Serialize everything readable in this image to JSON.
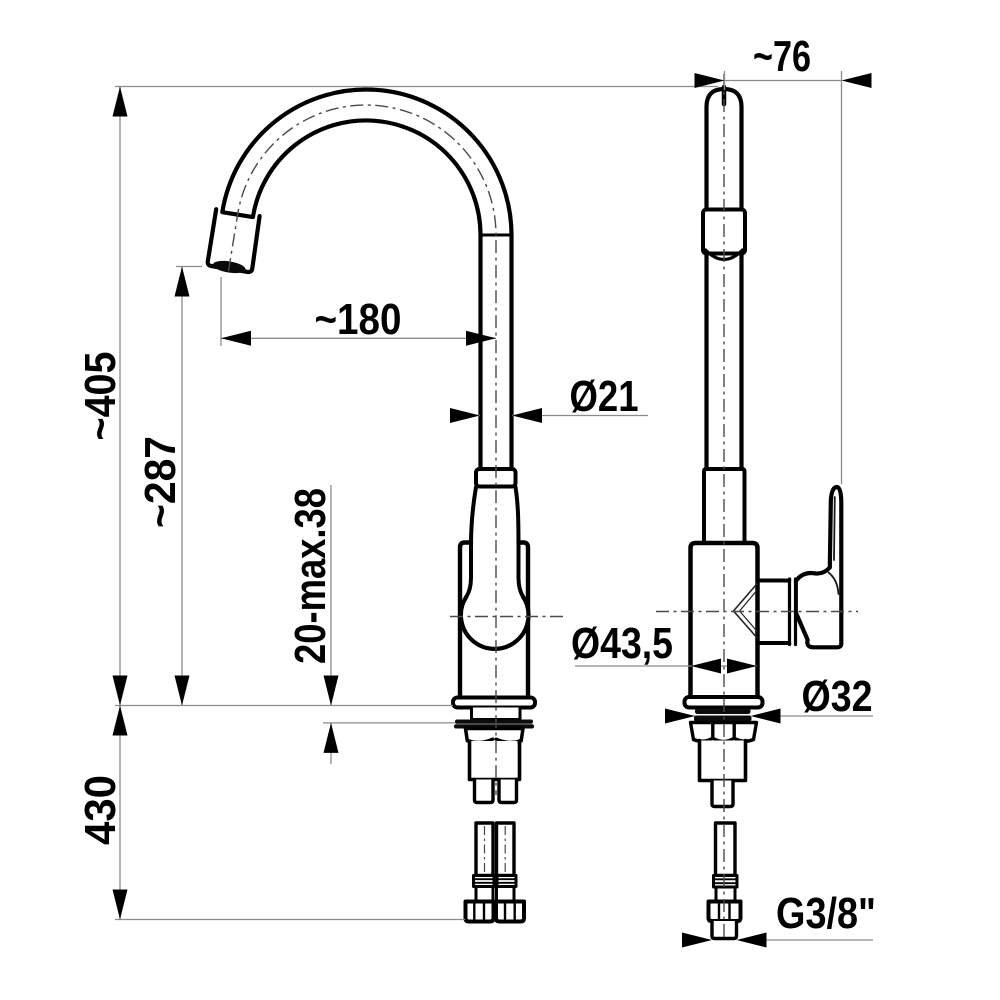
{
  "document": {
    "kind": "technical dimensional drawing",
    "subject": "single-lever kitchen sink mixer tap with high arc (gooseneck) swivel spout",
    "views": [
      "front view",
      "side view"
    ],
    "background_color": "#ffffff",
    "outline_color": "#000000",
    "thin_line_color": "#8c8c8c"
  },
  "dimensions": {
    "overall_height": {
      "label": "~405",
      "orientation": "vertical",
      "measures": "overall height above mounting deck"
    },
    "outlet_height": {
      "label": "~287",
      "orientation": "vertical",
      "measures": "spout outlet height above mounting deck"
    },
    "spout_reach": {
      "label": "~180",
      "orientation": "horizontal",
      "measures": "spout reach from outlet to riser axis"
    },
    "spout_diameter": {
      "label": "Ø21",
      "orientation": "horizontal",
      "measures": "spout tube diameter"
    },
    "deck_thickness": {
      "label": "20-max.38",
      "orientation": "vertical",
      "measures": "clamping range / deck thickness"
    },
    "hose_length": {
      "label": "430",
      "orientation": "vertical",
      "measures": "connection hose length below deck"
    },
    "body_diameter": {
      "label": "Ø43,5",
      "orientation": "horizontal",
      "measures": "body diameter"
    },
    "hole_diameter": {
      "label": "Ø32",
      "orientation": "horizontal",
      "measures": "mounting hole diameter"
    },
    "depth": {
      "label": "~76",
      "orientation": "horizontal",
      "measures": "depth from spout axis to handle end"
    },
    "thread": {
      "label": "G3/8\"",
      "orientation": "horizontal",
      "measures": "supply hose connection thread"
    }
  }
}
